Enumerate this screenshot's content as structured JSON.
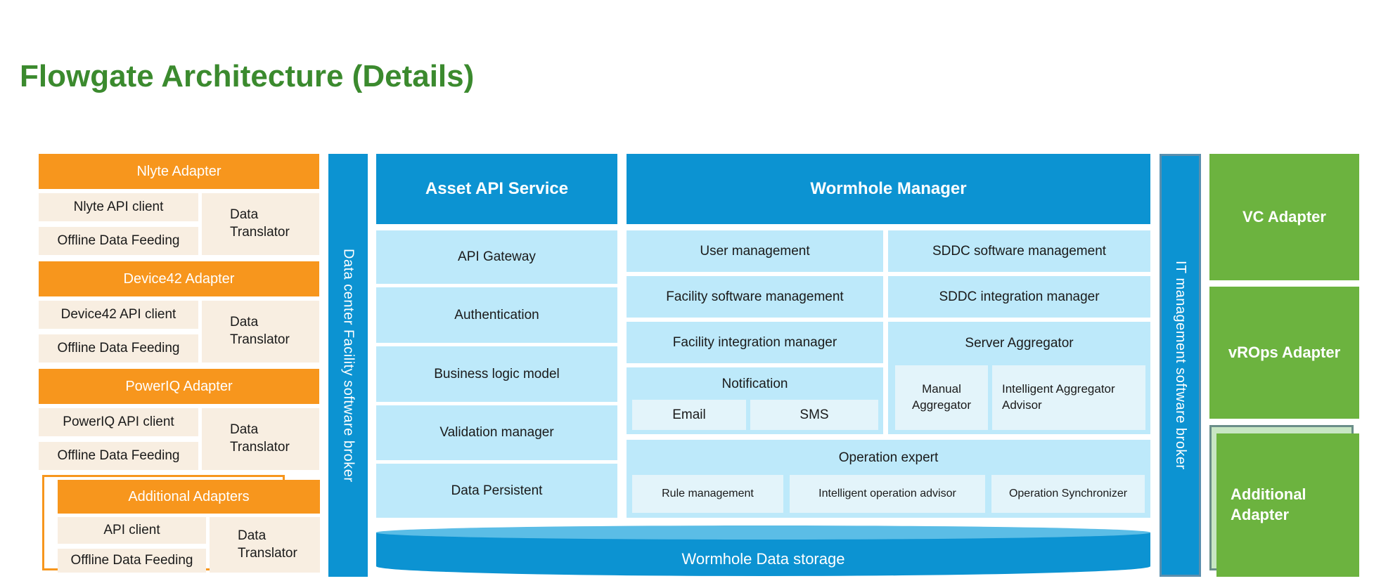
{
  "title": "Flowgate Architecture (Details)",
  "left_adapters": [
    {
      "name": "Nlyte Adapter",
      "api_client": "Nlyte API client",
      "offline": "Offline Data Feeding",
      "translator": "Data Translator"
    },
    {
      "name": "Device42 Adapter",
      "api_client": "Device42 API client",
      "offline": "Offline Data Feeding",
      "translator": "Data Translator"
    },
    {
      "name": "PowerIQ Adapter",
      "api_client": "PowerIQ API client",
      "offline": "Offline Data Feeding",
      "translator": "Data Translator"
    },
    {
      "name": "Additional Adapters",
      "api_client": "API client",
      "offline": "Offline Data Feeding",
      "translator": "Data Translator"
    }
  ],
  "facility_broker": "Data center Facility software broker",
  "it_broker": "IT management  software broker",
  "asset_api": {
    "title": "Asset API Service",
    "items": [
      "API Gateway",
      "Authentication",
      "Business logic model",
      "Validation manager",
      "Data Persistent"
    ]
  },
  "wormhole": {
    "title": "Wormhole Manager",
    "user_mgmt": "User management",
    "sddc_sw_mgmt": "SDDC software management",
    "facility_sw_mgmt": "Facility software management",
    "sddc_int_mgr": "SDDC integration manager",
    "facility_int_mgr": "Facility integration manager",
    "server_aggregator": "Server Aggregator",
    "manual_aggregator": "Manual Aggregator",
    "intelligent_aggregator": "Intelligent Aggregator Advisor",
    "notification": "Notification",
    "email": "Email",
    "sms": "SMS",
    "operation_expert": "Operation expert",
    "rule_mgmt": "Rule management",
    "intelligent_op": "Intelligent operation advisor",
    "op_sync": "Operation Synchronizer"
  },
  "storage": "Wormhole Data storage",
  "right_adapters": {
    "vc": "VC Adapter",
    "vrops": "vROps Adapter",
    "additional": "Additional Adapter"
  },
  "colors": {
    "title_green": "#3b8a2e",
    "orange": "#f7961d",
    "beige": "#f8eee1",
    "blue": "#0c93d2",
    "light_blue": "#bde9fa",
    "green": "#6cb33f"
  }
}
